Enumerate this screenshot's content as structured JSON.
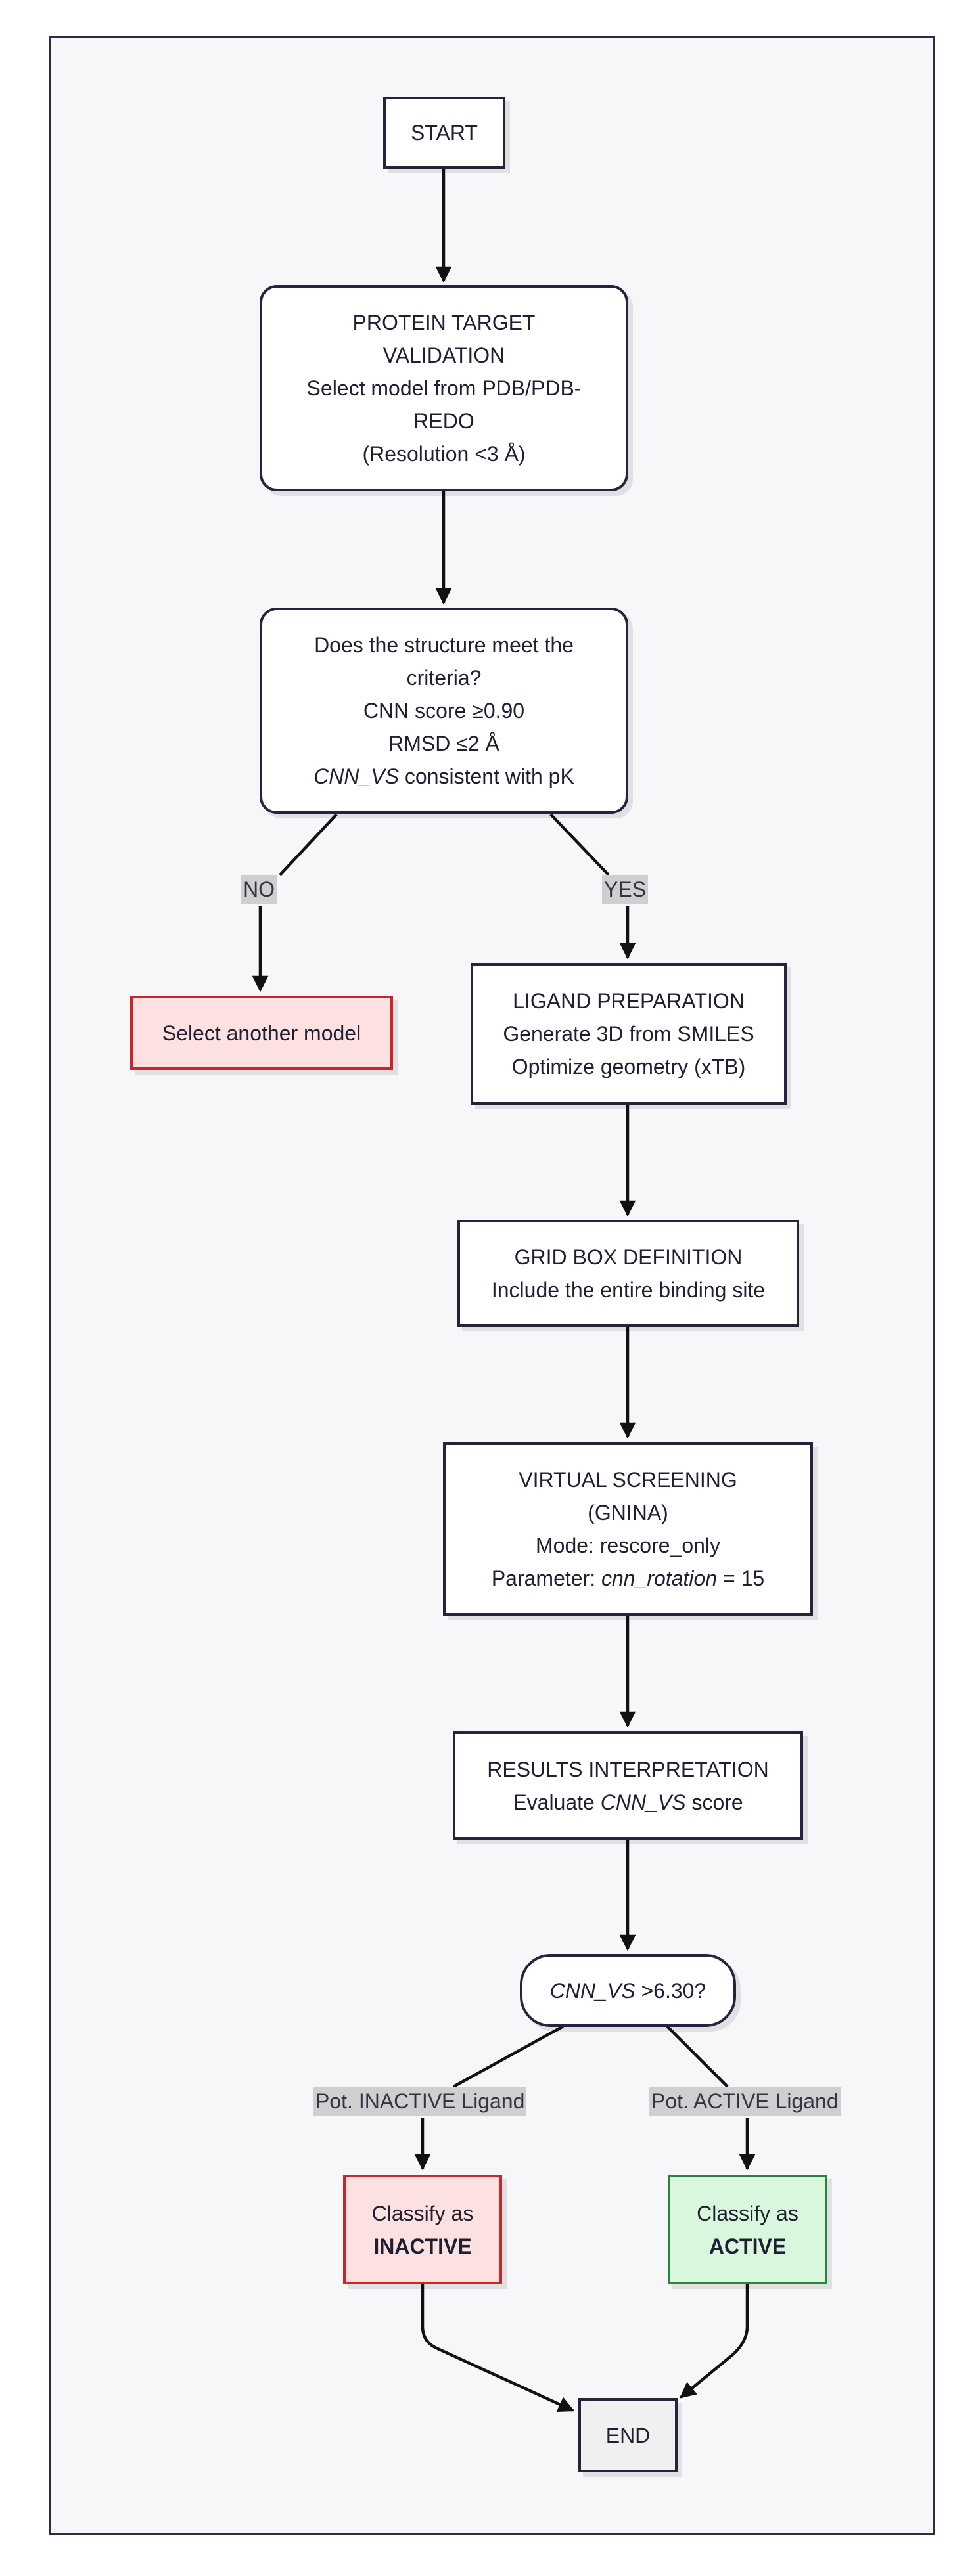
{
  "nodes": {
    "start": "START",
    "protein": {
      "l1": "PROTEIN TARGET",
      "l2": "VALIDATION",
      "l3": "Select model from PDB/PDB-",
      "l4": "REDO",
      "l5": "(Resolution <3 Å)"
    },
    "criteria": {
      "l1": "Does the structure meet the",
      "l2": "criteria?",
      "l3": "CNN score ≥0.90",
      "l4": "RMSD ≤2 Å",
      "l5_em": "CNN_VS",
      "l5_rest": " consistent with pK"
    },
    "select_another": "Select another model",
    "ligand": {
      "l1": "LIGAND PREPARATION",
      "l2": "Generate 3D from SMILES",
      "l3": "Optimize geometry (xTB)"
    },
    "grid": {
      "l1": "GRID BOX DEFINITION",
      "l2": "Include the entire binding site"
    },
    "screening": {
      "l1": "VIRTUAL SCREENING",
      "l2": "(GNINA)",
      "l3": "Mode: rescore_only",
      "l4_pre": "Parameter: ",
      "l4_em": "cnn_rotation",
      "l4_post": " = 15"
    },
    "results": {
      "l1": "RESULTS INTERPRETATION",
      "l2_pre": "Evaluate ",
      "l2_em": "CNN_VS",
      "l2_post": " score"
    },
    "decision": {
      "em": "CNN_VS",
      "rest": " >6.30?"
    },
    "inactive": {
      "l1": "Classify as",
      "l2": "INACTIVE"
    },
    "active": {
      "l1": "Classify as",
      "l2": "ACTIVE"
    },
    "end": "END"
  },
  "edge_labels": {
    "no": "NO",
    "yes": "YES",
    "pot_inactive": "Pot. INACTIVE Ligand",
    "pot_active": "Pot. ACTIVE Ligand"
  },
  "colors": {
    "border": "#24243f",
    "frame": "#2b2b45",
    "red_fill": "#fde0e0",
    "red_border": "#c9262b",
    "green_fill": "#d9f7dc",
    "green_border": "#27843a",
    "label_bg": "#cfcfcf"
  }
}
